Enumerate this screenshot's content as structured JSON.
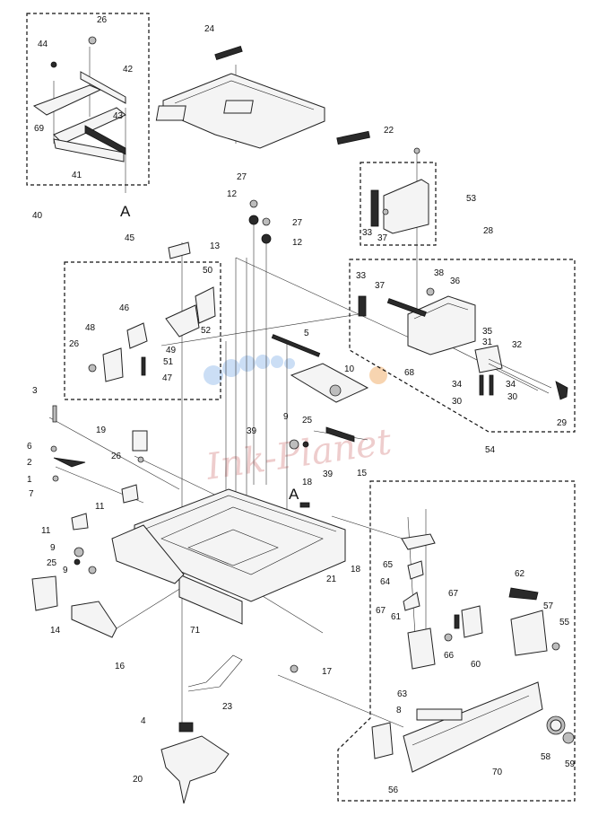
{
  "callouts": [
    {
      "text": "26",
      "id": "c26a"
    },
    {
      "text": "44",
      "id": "c44"
    },
    {
      "text": "42",
      "id": "c42"
    },
    {
      "text": "69",
      "id": "c69"
    },
    {
      "text": "43",
      "id": "c43"
    },
    {
      "text": "41",
      "id": "c41"
    },
    {
      "text": "40",
      "id": "c40"
    },
    {
      "text": "A",
      "id": "cA1"
    },
    {
      "text": "24",
      "id": "c24"
    },
    {
      "text": "22",
      "id": "c22"
    },
    {
      "text": "53",
      "id": "c53"
    },
    {
      "text": "33",
      "id": "c33a"
    },
    {
      "text": "37",
      "id": "c37a"
    },
    {
      "text": "27",
      "id": "c27a"
    },
    {
      "text": "12",
      "id": "c12a"
    },
    {
      "text": "27",
      "id": "c27b"
    },
    {
      "text": "12",
      "id": "c12b"
    },
    {
      "text": "28",
      "id": "c28"
    },
    {
      "text": "45",
      "id": "c45"
    },
    {
      "text": "13",
      "id": "c13"
    },
    {
      "text": "50",
      "id": "c50"
    },
    {
      "text": "46",
      "id": "c46"
    },
    {
      "text": "52",
      "id": "c52"
    },
    {
      "text": "48",
      "id": "c48"
    },
    {
      "text": "26",
      "id": "c26b"
    },
    {
      "text": "49",
      "id": "c49"
    },
    {
      "text": "51",
      "id": "c51"
    },
    {
      "text": "47",
      "id": "c47"
    },
    {
      "text": "33",
      "id": "c33b"
    },
    {
      "text": "37",
      "id": "c37b"
    },
    {
      "text": "38",
      "id": "c38"
    },
    {
      "text": "36",
      "id": "c36"
    },
    {
      "text": "35",
      "id": "c35"
    },
    {
      "text": "31",
      "id": "c31"
    },
    {
      "text": "32",
      "id": "c32"
    },
    {
      "text": "68",
      "id": "c68"
    },
    {
      "text": "34",
      "id": "c34a"
    },
    {
      "text": "34",
      "id": "c34b"
    },
    {
      "text": "30",
      "id": "c30a"
    },
    {
      "text": "30",
      "id": "c30b"
    },
    {
      "text": "29",
      "id": "c29"
    },
    {
      "text": "5",
      "id": "c5"
    },
    {
      "text": "10",
      "id": "c10"
    },
    {
      "text": "3",
      "id": "c3"
    },
    {
      "text": "9",
      "id": "c9a"
    },
    {
      "text": "25",
      "id": "c25a"
    },
    {
      "text": "15",
      "id": "c15"
    },
    {
      "text": "19",
      "id": "c19"
    },
    {
      "text": "39",
      "id": "c39a"
    },
    {
      "text": "26",
      "id": "c26c"
    },
    {
      "text": "6",
      "id": "c6"
    },
    {
      "text": "2",
      "id": "c2"
    },
    {
      "text": "1",
      "id": "c1"
    },
    {
      "text": "7",
      "id": "c7"
    },
    {
      "text": "A",
      "id": "cA2"
    },
    {
      "text": "18",
      "id": "c18a"
    },
    {
      "text": "39",
      "id": "c39b"
    },
    {
      "text": "54",
      "id": "c54"
    },
    {
      "text": "11",
      "id": "c11a"
    },
    {
      "text": "11",
      "id": "c11b"
    },
    {
      "text": "9",
      "id": "c9b"
    },
    {
      "text": "25",
      "id": "c25b"
    },
    {
      "text": "9",
      "id": "c9c"
    },
    {
      "text": "18",
      "id": "c18b"
    },
    {
      "text": "65",
      "id": "c65"
    },
    {
      "text": "64",
      "id": "c64"
    },
    {
      "text": "62",
      "id": "c62"
    },
    {
      "text": "21",
      "id": "c21"
    },
    {
      "text": "67",
      "id": "c67a"
    },
    {
      "text": "61",
      "id": "c61"
    },
    {
      "text": "67",
      "id": "c67b"
    },
    {
      "text": "57",
      "id": "c57"
    },
    {
      "text": "55",
      "id": "c55"
    },
    {
      "text": "14",
      "id": "c14"
    },
    {
      "text": "71",
      "id": "c71"
    },
    {
      "text": "66",
      "id": "c66"
    },
    {
      "text": "60",
      "id": "c60"
    },
    {
      "text": "16",
      "id": "c16"
    },
    {
      "text": "17",
      "id": "c17"
    },
    {
      "text": "63",
      "id": "c63"
    },
    {
      "text": "23",
      "id": "c23"
    },
    {
      "text": "8",
      "id": "c8"
    },
    {
      "text": "4",
      "id": "c4"
    },
    {
      "text": "58",
      "id": "c58"
    },
    {
      "text": "70",
      "id": "c70"
    },
    {
      "text": "59",
      "id": "c59"
    },
    {
      "text": "20",
      "id": "c20"
    },
    {
      "text": "56",
      "id": "c56"
    }
  ],
  "watermark": {
    "text": "Ink-Planet",
    "color": "#e8b9b9"
  }
}
